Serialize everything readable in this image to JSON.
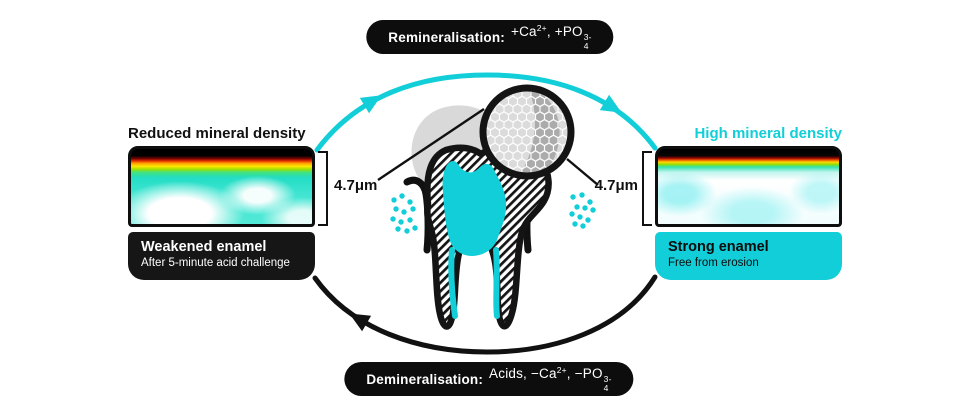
{
  "colors": {
    "accent": "#12ced8",
    "ink": "#111111"
  },
  "top_pill": {
    "label": "Remineralisation:",
    "f1": "+Ca",
    "f1_sup": "2+",
    "f2": ", +PO",
    "f2_sup": "3-",
    "f2_sub": "4"
  },
  "bottom_pill": {
    "label": "Demineralisation:",
    "f1": "Acids, −Ca",
    "f1_sup": "2+",
    "f2": ", −PO",
    "f2_sup": "3-",
    "f2_sub": "4"
  },
  "left": {
    "heading": "Reduced mineral density",
    "measurement": "4.7μm",
    "box_title": "Weakened enamel",
    "box_subtitle": "After 5-minute acid challenge"
  },
  "right": {
    "heading": "High mineral density",
    "measurement": "4.7μm",
    "box_title": "Strong enamel",
    "box_subtitle": "Free from erosion"
  }
}
